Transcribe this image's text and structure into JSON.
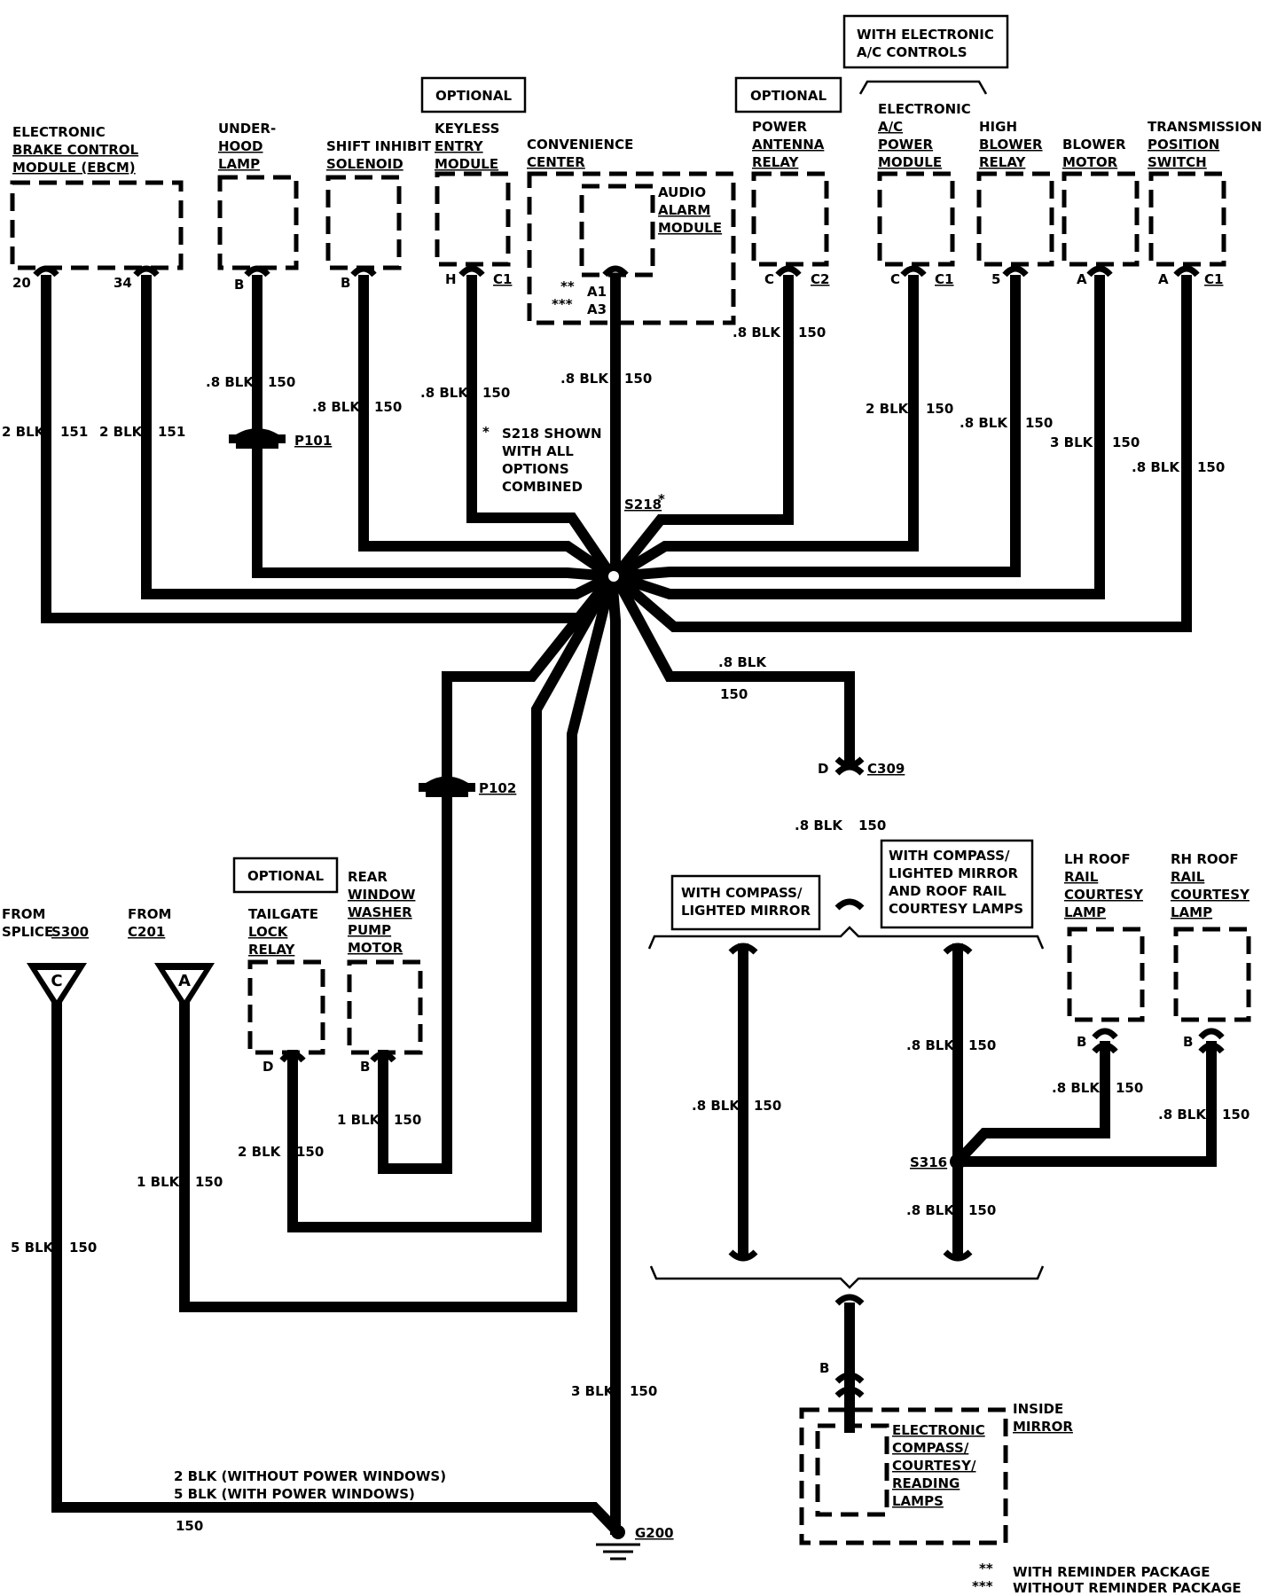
{
  "components": {
    "ebcm": {
      "lines": [
        "ELECTRONIC",
        "BRAKE CONTROL",
        "MODULE (EBCM)"
      ],
      "pins": [
        "20",
        "34"
      ]
    },
    "underhood_lamp": {
      "lines": [
        "UNDER-",
        "HOOD",
        "LAMP"
      ],
      "pin": "B"
    },
    "shift_inhibit": {
      "lines": [
        "SHIFT INHIBIT",
        "SOLENOID"
      ],
      "pin": "B"
    },
    "keyless_entry": {
      "lines": [
        "KEYLESS",
        "ENTRY",
        "MODULE"
      ],
      "pin": "H",
      "conn": "C1"
    },
    "convenience_center": {
      "lines": [
        "CONVENIENCE",
        "CENTER"
      ]
    },
    "audio_alarm": {
      "lines": [
        "AUDIO",
        "ALARM",
        "MODULE"
      ],
      "pins": [
        "A1",
        "A3"
      ]
    },
    "power_antenna": {
      "lines": [
        "POWER",
        "ANTENNA",
        "RELAY"
      ],
      "pin": "C",
      "conn": "C2"
    },
    "ac_power": {
      "lines": [
        "ELECTRONIC",
        "A/C",
        "POWER",
        "MODULE"
      ],
      "pin": "C",
      "conn": "C1"
    },
    "high_blower": {
      "lines": [
        "HIGH",
        "BLOWER",
        "RELAY"
      ],
      "pin": "5"
    },
    "blower_motor": {
      "lines": [
        "BLOWER",
        "MOTOR"
      ],
      "pin": "A"
    },
    "trans_switch": {
      "lines": [
        "TRANSMISSION",
        "POSITION",
        "SWITCH"
      ],
      "pin": "A",
      "conn": "C1"
    },
    "tailgate": {
      "lines": [
        "TAILGATE",
        "LOCK",
        "RELAY"
      ],
      "pin": "D"
    },
    "rear_washer": {
      "lines": [
        "REAR",
        "WINDOW",
        "WASHER",
        "PUMP",
        "MOTOR"
      ],
      "pin": "B"
    },
    "lh_roof": {
      "lines": [
        "LH ROOF",
        "RAIL",
        "COURTESY",
        "LAMP"
      ],
      "pin": "B"
    },
    "rh_roof": {
      "lines": [
        "RH ROOF",
        "RAIL",
        "COURTESY",
        "LAMP"
      ],
      "pin": "B"
    },
    "inside_mirror": {
      "lines": [
        "INSIDE",
        "MIRROR"
      ]
    },
    "compass_lamps": {
      "lines": [
        "ELECTRONIC",
        "COMPASS/",
        "COURTESY/",
        "READING",
        "LAMPS"
      ],
      "pin": "B"
    }
  },
  "boxes": {
    "optional": "OPTIONAL",
    "electronic_ac": [
      "WITH ELECTRONIC",
      "A/C CONTROLS"
    ],
    "compass_mirror": [
      "WITH COMPASS/",
      "LIGHTED MIRROR"
    ],
    "compass_roof": [
      "WITH COMPASS/",
      "LIGHTED MIRROR",
      "AND ROOF RAIL",
      "COURTESY LAMPS"
    ]
  },
  "wires": {
    "w_2blk": "2 BLK",
    "w_8blk": ".8 BLK",
    "w_3blk": "3 BLK",
    "w_1blk": "1 BLK",
    "w_5blk": "5 BLK",
    "c150": "150",
    "c151": "151"
  },
  "connectors": {
    "p101": "P101",
    "p102": "P102",
    "c309": "C309",
    "c309_pin": "D"
  },
  "splices": {
    "s218": "S218",
    "s218_star": "*",
    "s316": "S316"
  },
  "s218_note": [
    "*",
    "S218 SHOWN",
    "WITH ALL",
    "OPTIONS",
    "COMBINED"
  ],
  "from_s300": [
    "FROM",
    "SPLICE",
    "S300"
  ],
  "from_c201": [
    "FROM",
    "C201"
  ],
  "inline_c": "C",
  "inline_a": "A",
  "ground": {
    "label": "G200",
    "note_1": "2 BLK  (WITHOUT POWER WINDOWS)",
    "note_2": "5 BLK  (WITH POWER WINDOWS)"
  },
  "legend": [
    {
      "mark": "**",
      "text": "WITH REMINDER PACKAGE"
    },
    {
      "mark": "***",
      "text": "WITHOUT REMINDER PACKAGE"
    }
  ]
}
